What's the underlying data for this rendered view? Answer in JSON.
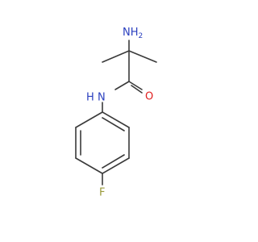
{
  "molecule": {
    "atoms": {
      "amino_n": {
        "element": "N",
        "label_main": "NH",
        "label_sub": "2",
        "color": "#2a3fbf"
      },
      "amide_n": {
        "element": "N",
        "label_main": "N",
        "label_h": "H",
        "color": "#2a3fbf"
      },
      "carbonyl_o": {
        "element": "O",
        "label": "O",
        "color": "#e02020"
      },
      "fluorine": {
        "element": "F",
        "label": "F",
        "color": "#9a9a3a"
      }
    },
    "bond_color": "#3a3a3a"
  }
}
